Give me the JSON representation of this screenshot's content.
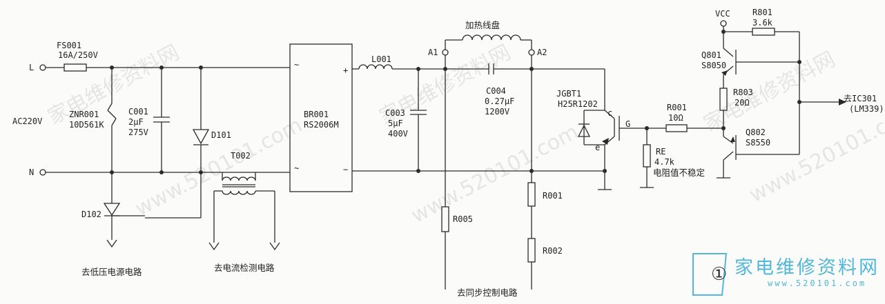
{
  "labels": {
    "fs001": "FS001",
    "fs001_val": "16A/250V",
    "L": "L",
    "N": "N",
    "ac": "AC220V",
    "znr": "ZNR001",
    "znr_val": "10D561K",
    "c001": "C001",
    "c001_v1": "2µF",
    "c001_v2": "275V",
    "d101": "D101",
    "d102": "D102",
    "t002": "T002",
    "br": "BR001",
    "br_val": "RS2006M",
    "l001": "L001",
    "c003": "C003",
    "c003_v1": "5µF",
    "c003_v2": "400V",
    "a1": "A1",
    "a2": "A2",
    "coil": "加热线盘",
    "c004": "C004",
    "c004_v1": "0.27µF",
    "c004_v2": "1200V",
    "igbt": "JGBT1",
    "igbt_val": "H25R1202",
    "c": "c",
    "e": "e",
    "g": "G",
    "r001a": "R001",
    "r001a_val": "10Ω",
    "re": "RE",
    "re_val": "4.7k",
    "re_note": "电阻值不稳定",
    "vcc": "VCC",
    "r801": "R801",
    "r801_val": "3.6k",
    "q801": "Q801",
    "q801_val": "S8050",
    "r803": "R803",
    "r803_val": "20Ω",
    "q802": "Q802",
    "q802_val": "S8550",
    "ic": "去IC301",
    "ic_sub": "(LM339)",
    "r005": "R005",
    "r001b": "R001",
    "r002": "R002",
    "plus": "+",
    "minus": "−",
    "tilde1": "~",
    "tilde2": "~",
    "to_lowpower": "去低压电源电路",
    "to_current": "去电流检测电路",
    "to_sync": "去同步控制电路"
  },
  "watermark": {
    "url": "www.520101.com",
    "site": "家电维修资料网",
    "page_num": "①"
  },
  "colors": {
    "line": "#2a2a2a",
    "logo": "#52b7d8"
  }
}
